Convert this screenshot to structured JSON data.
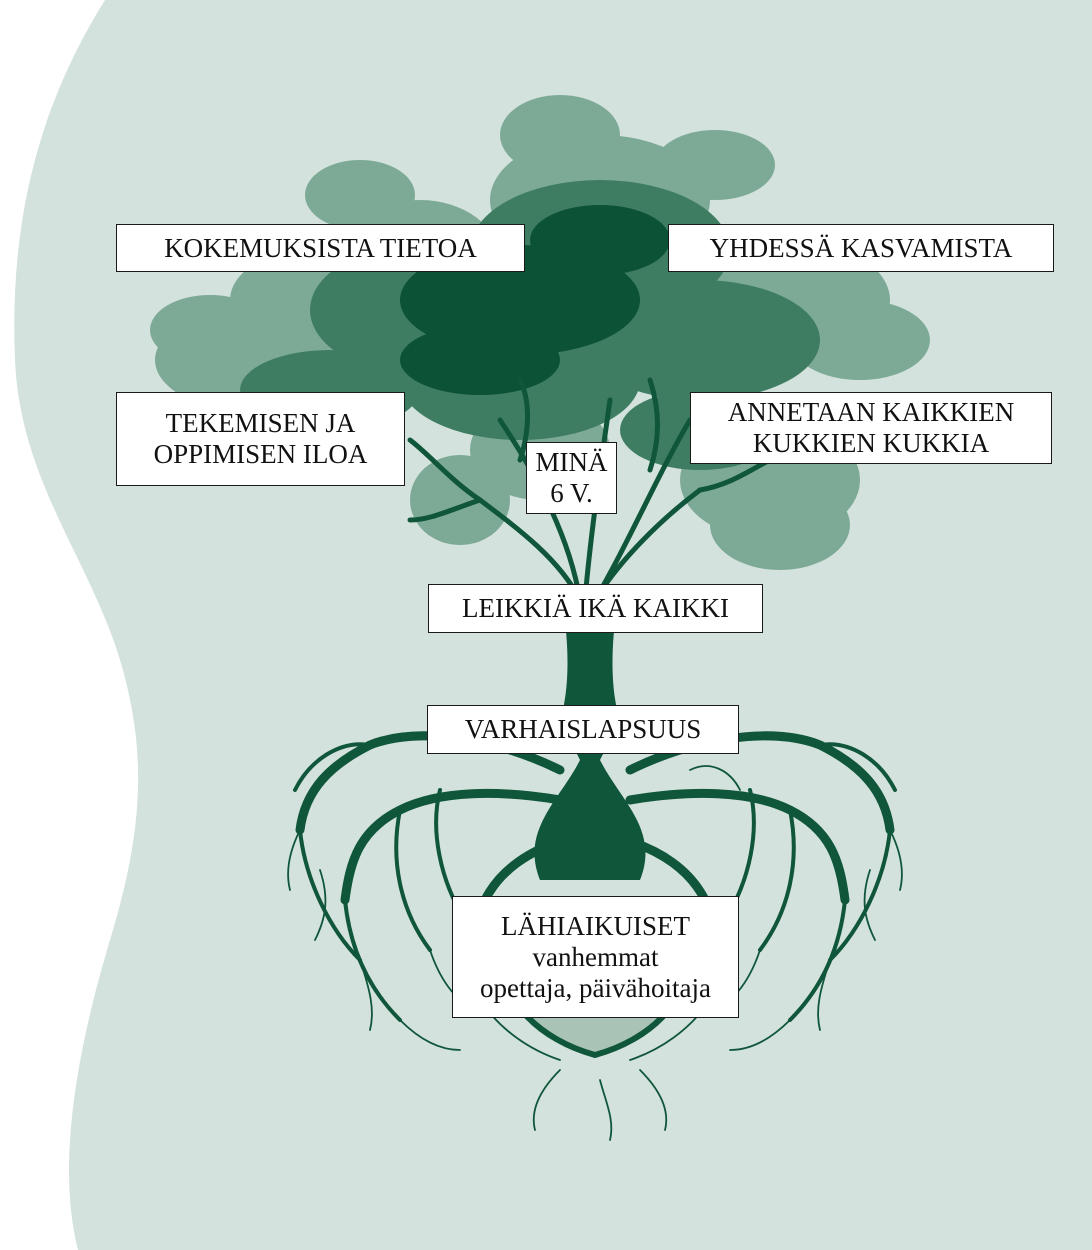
{
  "colors": {
    "background": "#d3e2dc",
    "canopy_light": "#7daa96",
    "canopy_mid": "#3f7d63",
    "canopy_dark": "#0c5237",
    "trunk": "#0f563b",
    "label_fill": "#ffffff",
    "label_border": "#1a1a1a"
  },
  "icons": {
    "tree": "tree-icon",
    "roots": "roots-icon",
    "heart": "heart-icon"
  },
  "labels": {
    "experiences": "KOKEMUKSISTA TIETOA",
    "growing_together": "YHDESSÄ KASVAMISTA",
    "joy": {
      "line1": "TEKEMISEN JA",
      "line2": "OPPIMISEN ILOA"
    },
    "flowers": {
      "line1": "ANNETAAN KAIKKIEN",
      "line2": "KUKKIEN KUKKIA"
    },
    "me": {
      "line1": "MINÄ",
      "line2": "6 V."
    },
    "play": "LEIKKIÄ IKÄ KAIKKI",
    "early_childhood": "VARHAISLAPSUUS",
    "adults": {
      "line1": "LÄHIAIKUISET",
      "line2": "vanhemmat",
      "line3": "opettaja, päivähoitaja"
    }
  }
}
